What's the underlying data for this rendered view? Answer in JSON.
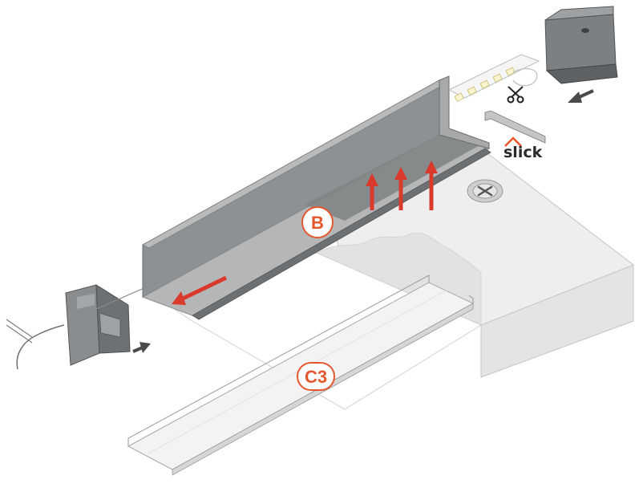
{
  "labels": {
    "profile_callout": "B",
    "diffuser_callout": "C3",
    "brand": "slick"
  },
  "colors": {
    "accent": "#e4572e",
    "arrow_red": "#d93a2b",
    "arrow_gray": "#4a4a4a",
    "aluminium": "#9a9c9e",
    "aluminium_dark": "#6f7274",
    "board": "#ededed",
    "board_side": "#dcdcdc",
    "endcap": "#7d8083"
  },
  "icons": {
    "scissors": "scissors-icon",
    "screw": "screw-icon",
    "arrows": "arrow-icon"
  }
}
